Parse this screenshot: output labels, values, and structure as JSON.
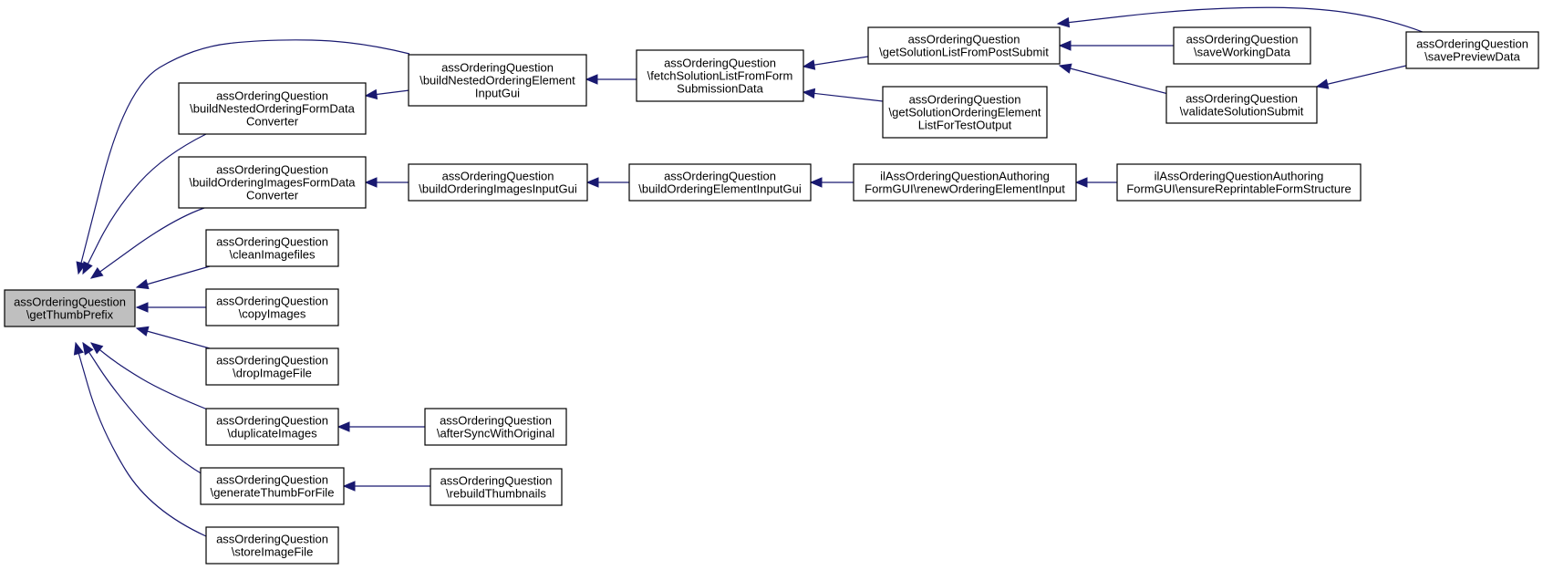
{
  "graph": {
    "nodes": [
      {
        "id": "getThumbPrefix",
        "lines": [
          "assOrderingQuestion",
          "\\getThumbPrefix"
        ],
        "root": true
      },
      {
        "id": "buildNestedOrderingFormDataConverter",
        "lines": [
          "assOrderingQuestion",
          "\\buildNestedOrderingFormData",
          "Converter"
        ]
      },
      {
        "id": "buildOrderingImagesFormDataConverter",
        "lines": [
          "assOrderingQuestion",
          "\\buildOrderingImagesFormData",
          "Converter"
        ]
      },
      {
        "id": "cleanImagefiles",
        "lines": [
          "assOrderingQuestion",
          "\\cleanImagefiles"
        ]
      },
      {
        "id": "copyImages",
        "lines": [
          "assOrderingQuestion",
          "\\copyImages"
        ]
      },
      {
        "id": "dropImageFile",
        "lines": [
          "assOrderingQuestion",
          "\\dropImageFile"
        ]
      },
      {
        "id": "duplicateImages",
        "lines": [
          "assOrderingQuestion",
          "\\duplicateImages"
        ]
      },
      {
        "id": "generateThumbForFile",
        "lines": [
          "assOrderingQuestion",
          "\\generateThumbForFile"
        ]
      },
      {
        "id": "storeImageFile",
        "lines": [
          "assOrderingQuestion",
          "\\storeImageFile"
        ]
      },
      {
        "id": "buildNestedOrderingElementInputGui",
        "lines": [
          "assOrderingQuestion",
          "\\buildNestedOrderingElement",
          "InputGui"
        ]
      },
      {
        "id": "buildOrderingImagesInputGui",
        "lines": [
          "assOrderingQuestion",
          "\\buildOrderingImagesInputGui"
        ]
      },
      {
        "id": "afterSyncWithOriginal",
        "lines": [
          "assOrderingQuestion",
          "\\afterSyncWithOriginal"
        ]
      },
      {
        "id": "rebuildThumbnails",
        "lines": [
          "assOrderingQuestion",
          "\\rebuildThumbnails"
        ]
      },
      {
        "id": "fetchSolutionListFromFormSubmissionData",
        "lines": [
          "assOrderingQuestion",
          "\\fetchSolutionListFromForm",
          "SubmissionData"
        ]
      },
      {
        "id": "buildOrderingElementInputGui",
        "lines": [
          "assOrderingQuestion",
          "\\buildOrderingElementInputGui"
        ]
      },
      {
        "id": "getSolutionListFromPostSubmit",
        "lines": [
          "assOrderingQuestion",
          "\\getSolutionListFromPostSubmit"
        ]
      },
      {
        "id": "getSolutionOrderingElementListForTestOutput",
        "lines": [
          "assOrderingQuestion",
          "\\getSolutionOrderingElement",
          "ListForTestOutput"
        ]
      },
      {
        "id": "renewOrderingElementInput",
        "lines": [
          "ilAssOrderingQuestionAuthoring",
          "FormGUI\\renewOrderingElementInput"
        ]
      },
      {
        "id": "saveWorkingData",
        "lines": [
          "assOrderingQuestion",
          "\\saveWorkingData"
        ]
      },
      {
        "id": "validateSolutionSubmit",
        "lines": [
          "assOrderingQuestion",
          "\\validateSolutionSubmit"
        ]
      },
      {
        "id": "ensureReprintableFormStructure",
        "lines": [
          "ilAssOrderingQuestionAuthoring",
          "FormGUI\\ensureReprintableFormStructure"
        ]
      },
      {
        "id": "savePreviewData",
        "lines": [
          "assOrderingQuestion",
          "\\savePreviewData"
        ]
      }
    ],
    "edges": [
      {
        "from": "buildNestedOrderingElementInputGui",
        "to": "getThumbPrefix"
      },
      {
        "from": "buildNestedOrderingFormDataConverter",
        "to": "getThumbPrefix"
      },
      {
        "from": "buildOrderingImagesFormDataConverter",
        "to": "getThumbPrefix"
      },
      {
        "from": "cleanImagefiles",
        "to": "getThumbPrefix"
      },
      {
        "from": "copyImages",
        "to": "getThumbPrefix"
      },
      {
        "from": "dropImageFile",
        "to": "getThumbPrefix"
      },
      {
        "from": "duplicateImages",
        "to": "getThumbPrefix"
      },
      {
        "from": "generateThumbForFile",
        "to": "getThumbPrefix"
      },
      {
        "from": "storeImageFile",
        "to": "getThumbPrefix"
      },
      {
        "from": "buildNestedOrderingElementInputGui",
        "to": "buildNestedOrderingFormDataConverter"
      },
      {
        "from": "buildOrderingImagesInputGui",
        "to": "buildOrderingImagesFormDataConverter"
      },
      {
        "from": "afterSyncWithOriginal",
        "to": "duplicateImages"
      },
      {
        "from": "rebuildThumbnails",
        "to": "generateThumbForFile"
      },
      {
        "from": "fetchSolutionListFromFormSubmissionData",
        "to": "buildNestedOrderingElementInputGui"
      },
      {
        "from": "buildOrderingElementInputGui",
        "to": "buildOrderingImagesInputGui"
      },
      {
        "from": "getSolutionListFromPostSubmit",
        "to": "fetchSolutionListFromFormSubmissionData"
      },
      {
        "from": "getSolutionOrderingElementListForTestOutput",
        "to": "fetchSolutionListFromFormSubmissionData"
      },
      {
        "from": "renewOrderingElementInput",
        "to": "buildOrderingElementInputGui"
      },
      {
        "from": "saveWorkingData",
        "to": "getSolutionListFromPostSubmit"
      },
      {
        "from": "validateSolutionSubmit",
        "to": "getSolutionListFromPostSubmit"
      },
      {
        "from": "savePreviewData",
        "to": "getSolutionListFromPostSubmit"
      },
      {
        "from": "ensureReprintableFormStructure",
        "to": "renewOrderingElementInput"
      },
      {
        "from": "savePreviewData",
        "to": "validateSolutionSubmit"
      }
    ]
  }
}
